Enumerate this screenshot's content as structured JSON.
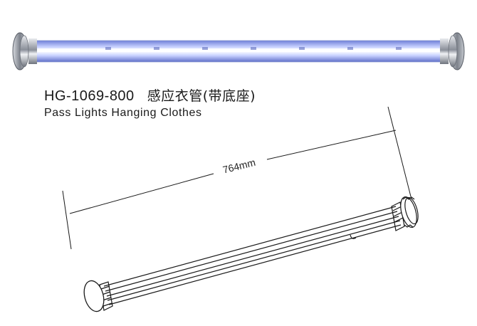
{
  "product": {
    "model": "HG-1069-800",
    "name_cn": "感应衣管(带底座)",
    "name_en": "Pass Lights Hanging Clothes"
  },
  "drawing": {
    "dimension_label": "764mm"
  },
  "colors": {
    "tube_glow": "#9fb0f0",
    "tube_core": "#f4f6ff",
    "chrome": "#b8bcc4",
    "line": "#1a1a1a"
  }
}
